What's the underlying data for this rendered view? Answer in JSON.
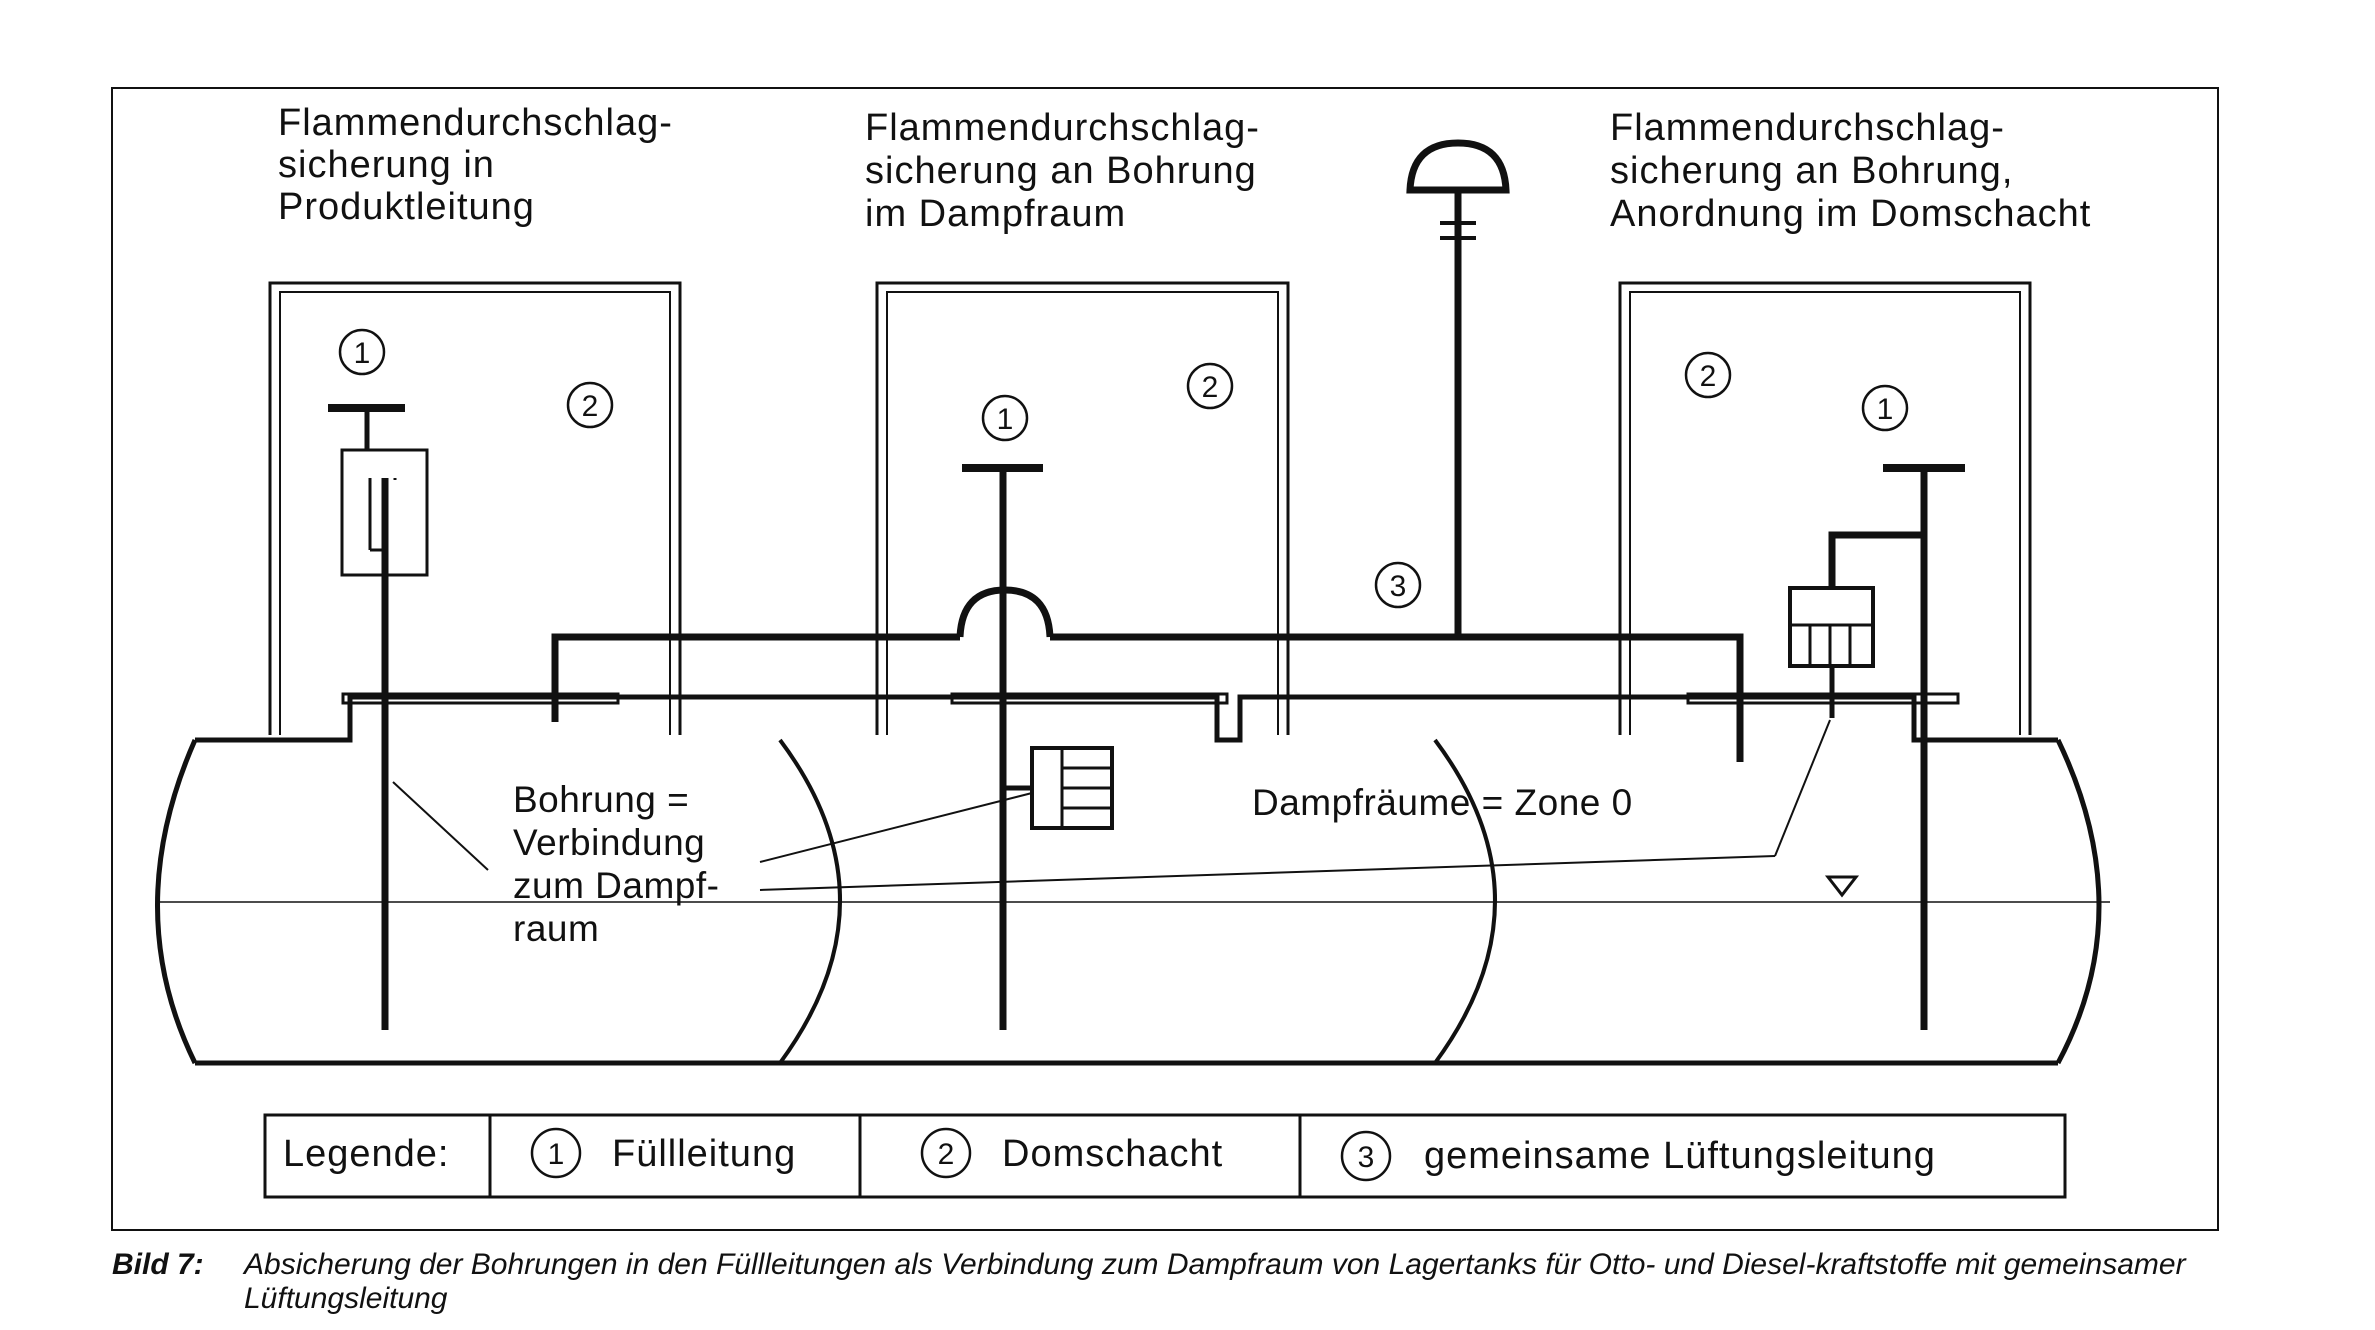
{
  "labels": {
    "left": [
      "Flammendurchschlag-",
      "sicherung in",
      "Produktleitung"
    ],
    "middle": [
      "Flammendurchschlag-",
      "sicherung an Bohrung",
      "im Dampfraum"
    ],
    "right": [
      "Flammendurchschlag-",
      "sicherung an Bohrung,",
      "Anordnung im Domschacht"
    ],
    "bohrung": [
      "Bohrung =",
      "Verbindung",
      "zum Dampf-",
      "raum"
    ],
    "zone": "Dampfräume = Zone 0"
  },
  "markers": {
    "one": "1",
    "two": "2",
    "three": "3"
  },
  "legend": {
    "title": "Legende:",
    "items": [
      {
        "num": "1",
        "text": "Füllleitung"
      },
      {
        "num": "2",
        "text": "Domschacht"
      },
      {
        "num": "3",
        "text": "gemeinsame Lüftungsleitung"
      }
    ]
  },
  "caption": {
    "label": "Bild 7:",
    "text": "Absicherung der Bohrungen in den Füllleitungen als Verbindung zum Dampfraum von Lagertanks für Otto- und Diesel-kraftstoffe mit gemeinsamer Lüftungsleitung"
  }
}
